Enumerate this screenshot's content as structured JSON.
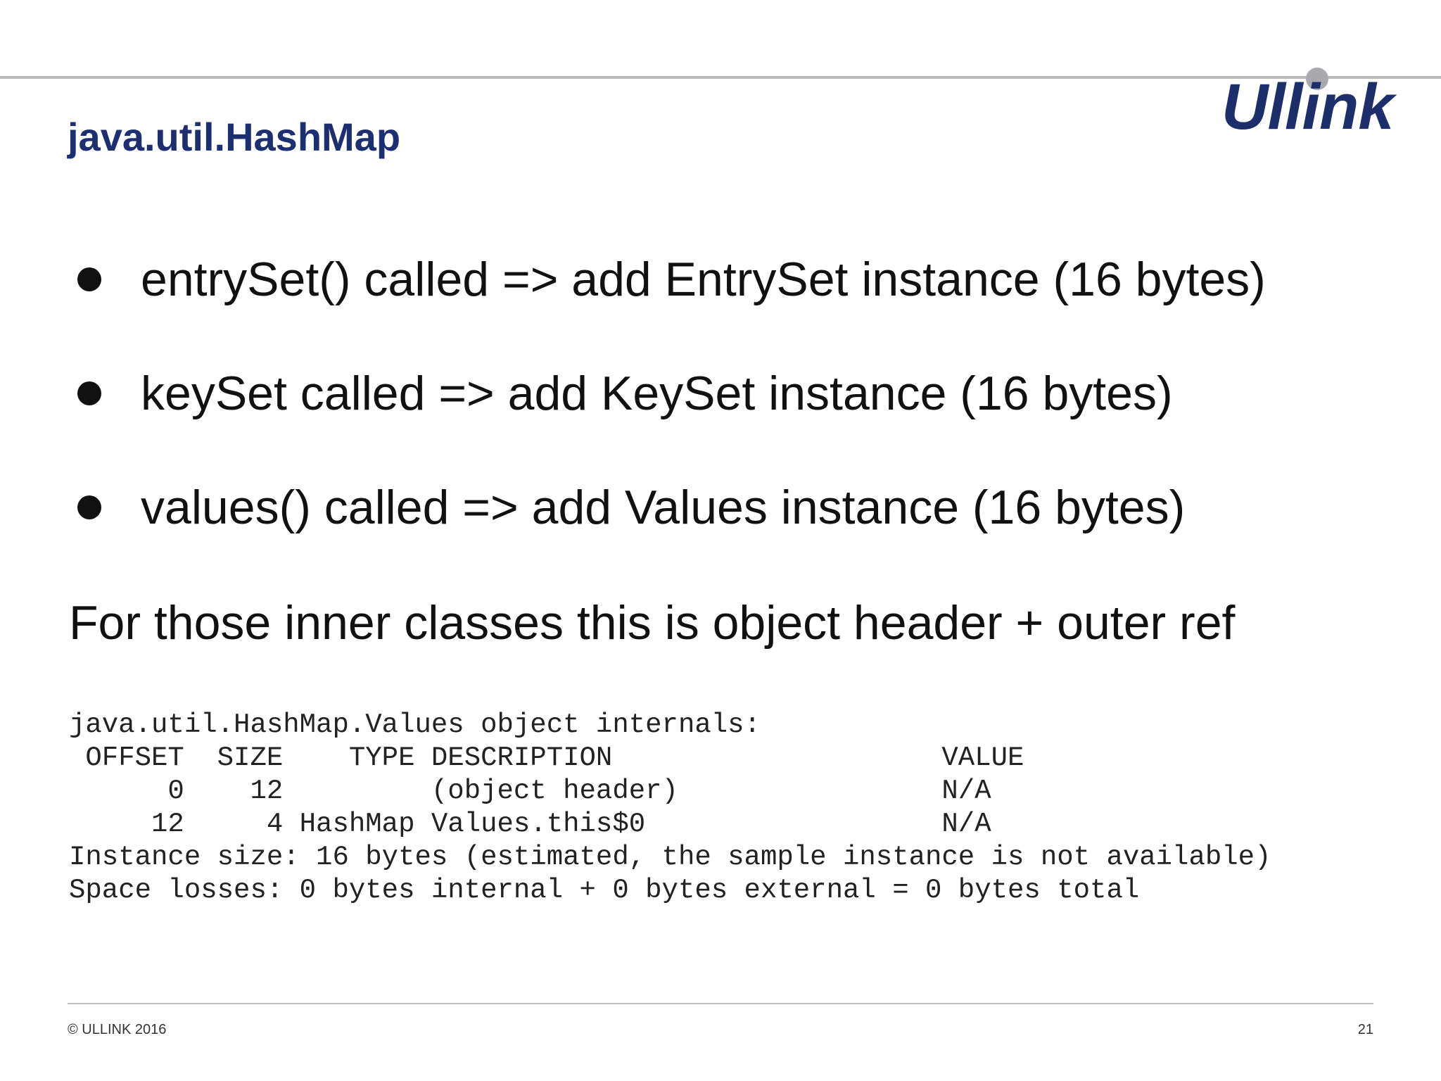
{
  "header": {
    "logo_text": "Ullink",
    "title": "java.util.HashMap"
  },
  "bullets": [
    {
      "text": "entrySet() called => add EntrySet instance (16 bytes)"
    },
    {
      "text": "keySet called => add KeySet instance (16 bytes)"
    },
    {
      "text": "values() called => add Values instance (16 bytes)"
    }
  ],
  "statement": "For those inner classes this is object header + outer ref",
  "code": {
    "lines": [
      "java.util.HashMap.Values object internals:",
      " OFFSET  SIZE    TYPE DESCRIPTION                    VALUE",
      "      0    12         (object header)                N/A",
      "     12     4 HashMap Values.this$0                  N/A",
      "Instance size: 16 bytes (estimated, the sample instance is not available)",
      "Space losses: 0 bytes internal + 0 bytes external = 0 bytes total"
    ]
  },
  "footer": {
    "copyright": "© ULLINK 2016",
    "page_number": "21"
  },
  "colors": {
    "title": "#1d2f70",
    "logo": "#1c2f6a",
    "logo_dot": "#a9a9ad",
    "rules": "#b9b9b9"
  }
}
